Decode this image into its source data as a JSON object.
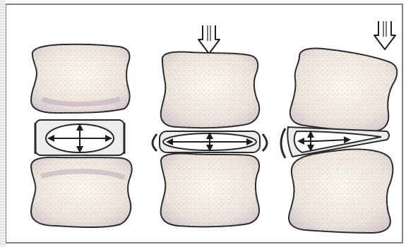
{
  "figure": {
    "panels": [
      {
        "id": "neutral",
        "arrow": false,
        "disc_state": "centered"
      },
      {
        "id": "axial-compression",
        "arrow": true,
        "arrow_direction": "down",
        "disc_state": "compressed-bulging"
      },
      {
        "id": "lateral-tilt-load",
        "arrow": true,
        "arrow_direction": "down",
        "disc_state": "wedged-shifted"
      }
    ],
    "colors": {
      "outline": "#2a2a2a",
      "bone_fill": "#f6f2ea",
      "bone_shade": "#c9b7c8",
      "bone_speckle": "#8c8a8a",
      "disc_fill": "#ffffff",
      "border": "#5a5a5a",
      "frame_edge": "#cfcfcf"
    }
  }
}
